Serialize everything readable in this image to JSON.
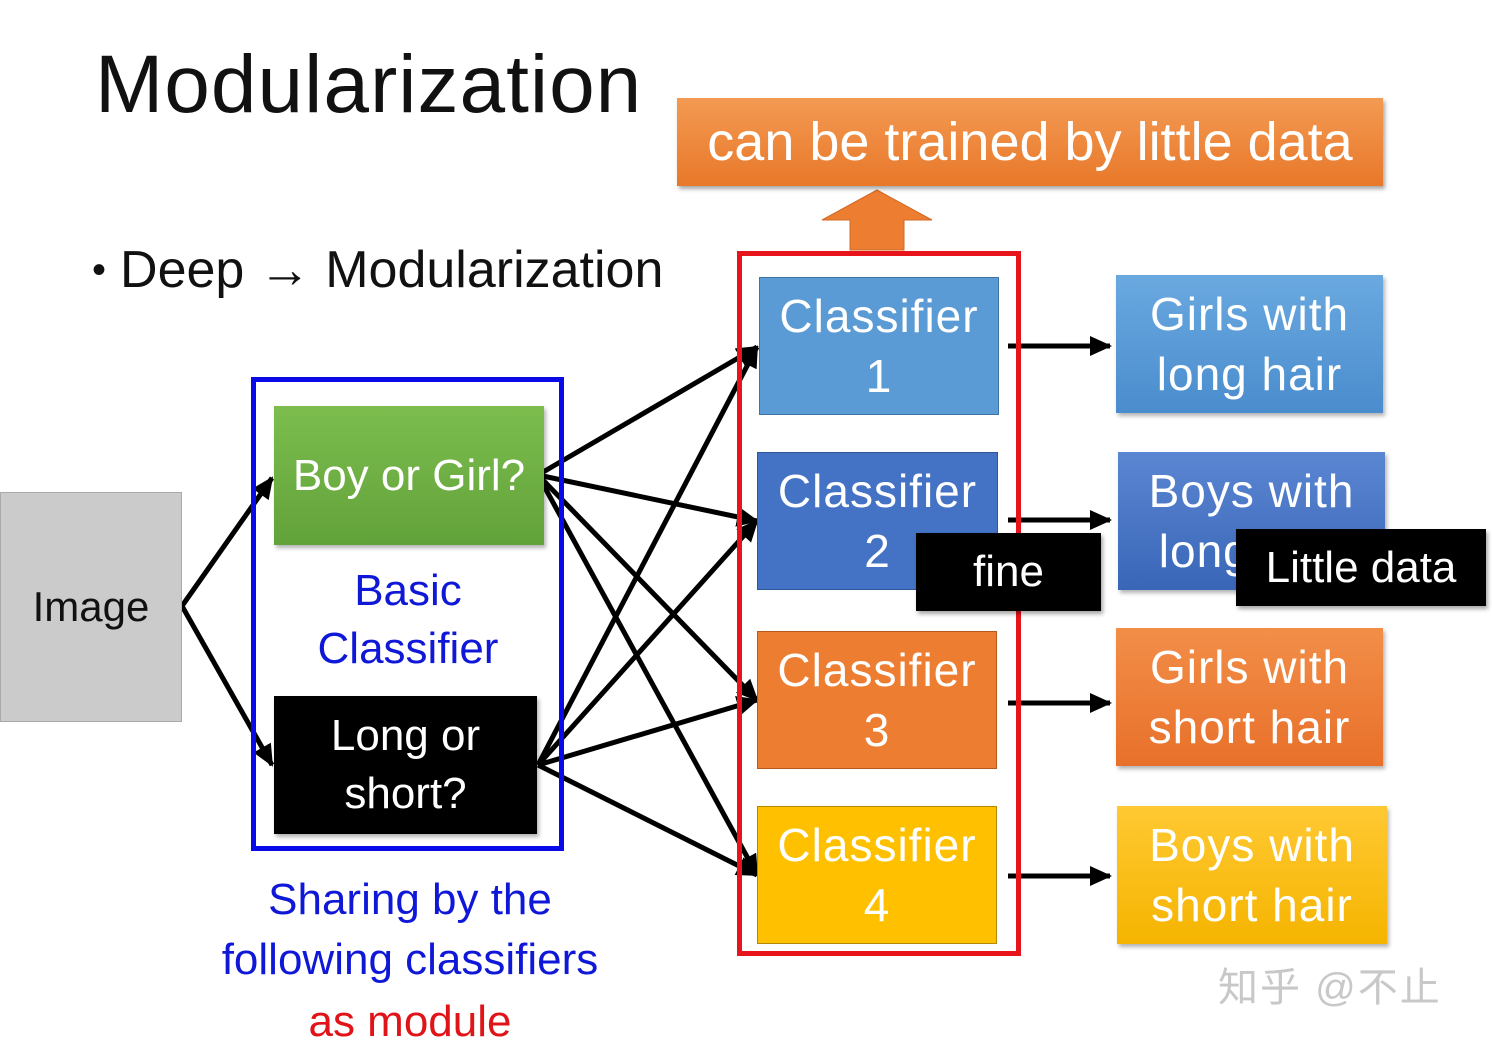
{
  "title": "Modularization",
  "bullet": "Deep → Modularization",
  "banner": "can be trained by little data",
  "image_label": "Image",
  "basic_classifiers": {
    "boy_or_girl": "Boy or Girl?",
    "long_or_short": "Long or\nshort?",
    "caption": "Basic\nClassifier"
  },
  "sharing_note": {
    "line": "Sharing by the\nfollowing classifiers",
    "highlight": "as module"
  },
  "classifiers": [
    {
      "label": "Classifier\n1",
      "color": "#5b9bd5"
    },
    {
      "label": "Classifier\n2",
      "color": "#4472c4"
    },
    {
      "label": "Classifier\n3",
      "color": "#ed7d31"
    },
    {
      "label": "Classifier\n4",
      "color": "#ffc000"
    }
  ],
  "results": [
    {
      "label": "Girls with\nlong hair"
    },
    {
      "label": "Boys with\nlong hair"
    },
    {
      "label": "Girls with\nshort hair"
    },
    {
      "label": "Boys with\nshort hair"
    }
  ],
  "callouts": {
    "fine": "fine",
    "little_data": "Little data"
  },
  "watermark": "知乎 @不止",
  "colors": {
    "blue_frame": "#0a0ae8",
    "red_frame": "#e8141c",
    "up_arrow": "#ed7d31"
  }
}
